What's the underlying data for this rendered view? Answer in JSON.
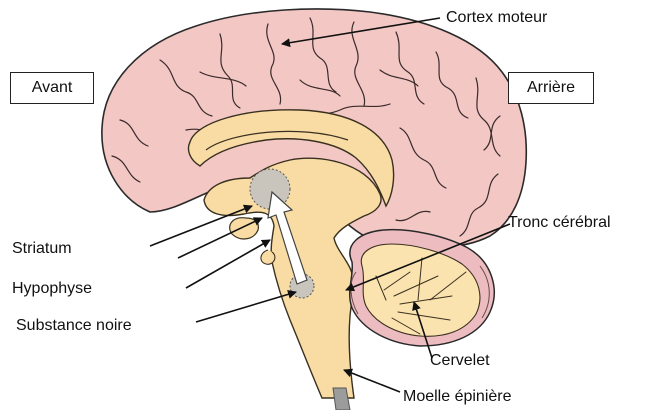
{
  "diagram": {
    "labels": {
      "front": "Avant",
      "back": "Arrière",
      "motor_cortex": "Cortex moteur",
      "striatum": "Striatum",
      "pituitary": "Hypophyse",
      "substantia_nigra": "Substance noire",
      "brainstem": "Tronc cérébral",
      "cerebellum": "Cervelet",
      "spinal_cord": "Moelle épinière"
    },
    "colors": {
      "cortex_fill": "#f2c7c4",
      "cortex_stroke": "#2a2a2a",
      "core_fill": "#f8dca4",
      "cerebellum_fill": "#fbe3b0",
      "cerebellum_edge": "#ecbcc0",
      "nucleus_fill": "#c9c5bd",
      "pathway_fill": "#ffffff",
      "arrow": "#111111"
    }
  }
}
